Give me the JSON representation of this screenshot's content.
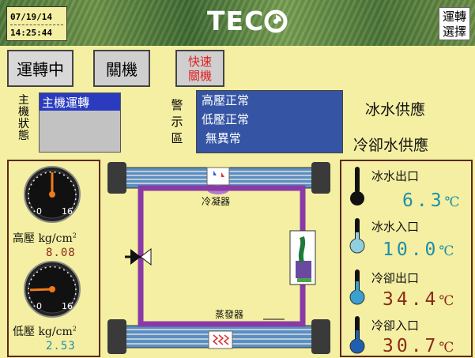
{
  "header": {
    "date": "07/19/14",
    "time": "14:25:44",
    "logo_text": "TEC",
    "mode_button": [
      "運轉",
      "選擇"
    ]
  },
  "buttons": {
    "running": "運轉中",
    "shutdown": "關機",
    "fast_shutdown": [
      "快速",
      "關機"
    ]
  },
  "status": {
    "label_chars": [
      "主",
      "機",
      "狀",
      "態"
    ],
    "current": "主機運轉"
  },
  "alarm": {
    "label_chars": [
      "警",
      "示",
      "區"
    ],
    "messages": [
      "高壓正常",
      "低壓正常",
      " 無異常"
    ]
  },
  "supply": {
    "chilled_water": "冰水供應",
    "cooling_water": "冷卻水供應"
  },
  "diagram": {
    "condenser": "冷凝器",
    "evaporator": "蒸發器"
  },
  "gauges": {
    "high_pressure": {
      "label": "高壓 kg/cm",
      "sup": "2",
      "value": "8.08",
      "scale_min": "0",
      "scale_max": "16",
      "value_fraction": 0.5
    },
    "low_pressure": {
      "label": "低壓 kg/cm",
      "sup": "2",
      "value": "2.53",
      "scale_min": "0",
      "scale_max": "16",
      "value_fraction": 0.16
    }
  },
  "temperatures": [
    {
      "label": "冰水出口",
      "value": "6.3",
      "unit": "℃",
      "color": "#1f8fa8"
    },
    {
      "label": "冰水入口",
      "value": "10.0",
      "unit": "℃",
      "color": "#1f8fa8"
    },
    {
      "label": "冷卻出口",
      "value": "34.4",
      "unit": "℃",
      "color": "#8c2a1a"
    },
    {
      "label": "冷卻入口",
      "value": "30.7",
      "unit": "℃",
      "color": "#8c2a1a"
    }
  ],
  "colors": {
    "status_highlight": "#2a3bbf",
    "alarm_bg": "#3555a4",
    "pipe": "#8a3aa6",
    "warning_text": "#e02020",
    "panel_border": "#5a2a1a",
    "high_value": "#8c2a1a",
    "low_value": "#1f8fa8"
  }
}
